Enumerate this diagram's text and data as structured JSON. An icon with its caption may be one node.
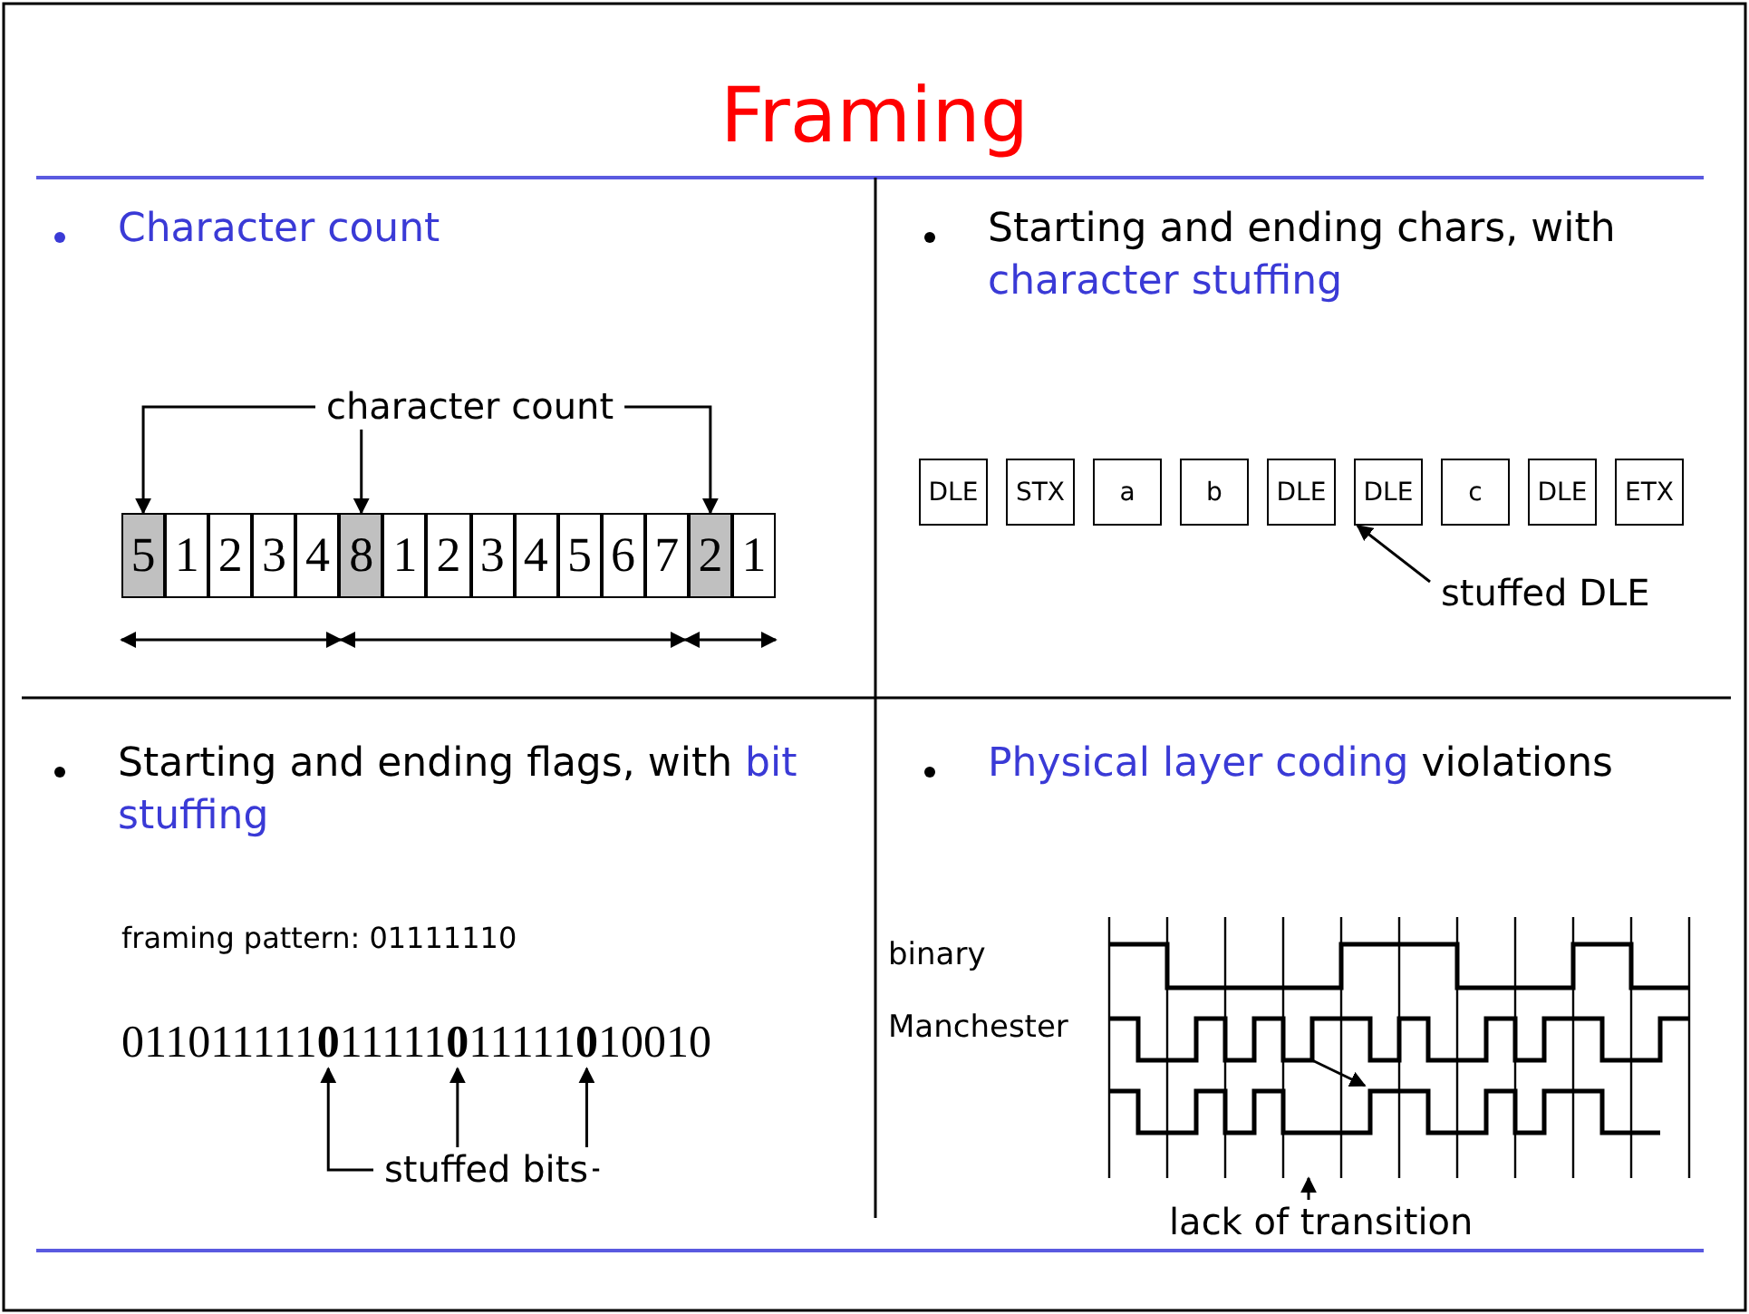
{
  "diagram": {
    "title": "Framing",
    "nodes": [
      {
        "text": [
          "character count"
        ]
      },
      {
        "text": [
          "5"
        ]
      },
      {
        "text": [
          "1"
        ]
      },
      {
        "text": [
          "2"
        ]
      },
      {
        "text": [
          "3"
        ]
      },
      {
        "text": [
          "4"
        ]
      },
      {
        "text": [
          "8"
        ]
      },
      {
        "text": [
          "1"
        ]
      },
      {
        "text": [
          "2"
        ]
      },
      {
        "text": [
          "3"
        ]
      },
      {
        "text": [
          "4"
        ]
      },
      {
        "text": [
          "5"
        ]
      },
      {
        "text": [
          "6"
        ]
      },
      {
        "text": [
          "7"
        ]
      },
      {
        "text": [
          "2"
        ]
      },
      {
        "text": [
          "1"
        ]
      },
      {
        "text": [
          "DLE"
        ]
      },
      {
        "text": [
          "STX"
        ]
      },
      {
        "text": [
          "a"
        ]
      },
      {
        "text": [
          "b"
        ]
      },
      {
        "text": [
          "DLE"
        ]
      },
      {
        "text": [
          "DLE"
        ]
      },
      {
        "text": [
          "c"
        ]
      },
      {
        "text": [
          "DLE"
        ]
      },
      {
        "text": [
          "ETX"
        ]
      },
      {
        "text": [
          "stuffed DLE"
        ]
      },
      {
        "text": [
          "011011111**0**11111**0**11111**0**10010"
        ]
      },
      {
        "text": [
          "stuffed bits"
        ]
      },
      {
        "text": [],
        "shape": "picture"
      },
      {
        "text": [
          "lack of transition"
        ]
      }
    ],
    "edges": [
      {
        "from": 0,
        "to": 1,
        "arrow": "to"
      },
      {
        "from": 0,
        "to": 6,
        "arrow": "to"
      },
      {
        "from": 0,
        "to": 14,
        "arrow": "to"
      },
      {
        "from": 25,
        "to": 21,
        "arrow": "to"
      },
      {
        "from": 27,
        "to": 26,
        "arrow": "to"
      },
      {
        "from": 27,
        "to": 26,
        "arrow": "to"
      },
      {
        "from": 27,
        "to": 26,
        "arrow": "to"
      },
      {
        "from": 29,
        "to": 28,
        "arrow": "to"
      }
    ],
    "labels": [
      "Character count",
      "Starting and ending chars, with *character stuffing*",
      "Starting and ending flags, with *bit stuffing*",
      "framing pattern: 01111110",
      "*Physical layer coding* violations",
      "binary",
      "Manchester"
    ]
  }
}
